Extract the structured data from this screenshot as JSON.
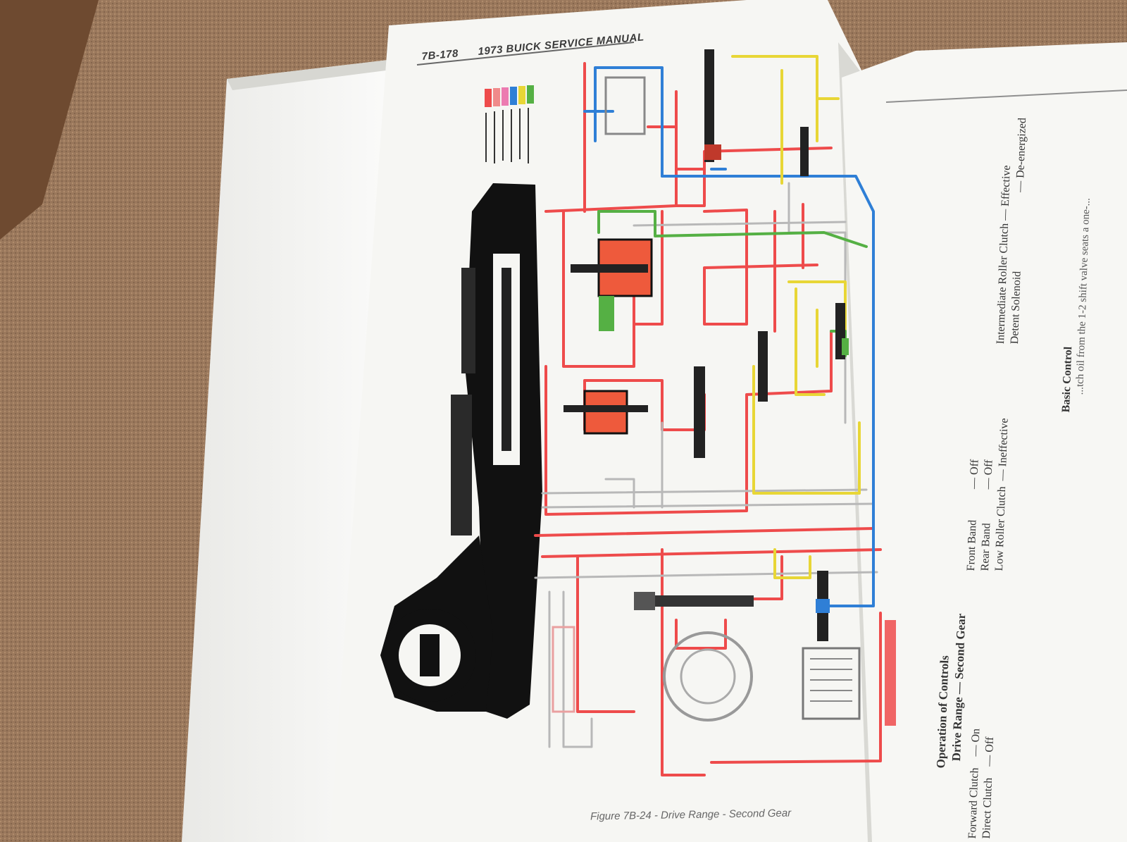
{
  "page": {
    "page_number": "7B-178",
    "running_title": "1973 BUICK SERVICE MANUAL",
    "figure_caption": "Figure 7B-24 - Drive Range - Second Gear"
  },
  "colors": {
    "carpet": "#9c7a5e",
    "paper": "#f6f6f3",
    "oil_red": "#ee4b4b",
    "oil_blue": "#2f7fd6",
    "oil_yellow": "#e8d636",
    "oil_green": "#55b044",
    "ink": "#1a1a1a"
  },
  "operation_of_controls": {
    "heading_line1": "Operation of Controls",
    "heading_line2": "Drive Range — Second Gear",
    "rows": [
      {
        "item": "Forward Clutch",
        "state": "— On"
      },
      {
        "item": "Direct Clutch",
        "state": "— Off"
      },
      {
        "item": "Front Band",
        "state": "— Off"
      },
      {
        "item": "Rear Band",
        "state": "— Off"
      },
      {
        "item": "Low Roller Clutch",
        "state": "— Ineffective"
      },
      {
        "item": "Intermediate Roller Clutch",
        "state": "— Effective"
      },
      {
        "item": "Detent Solenoid",
        "state": "— De-energized"
      }
    ],
    "subheading": "Basic Control",
    "body_fragment": "...tch oil from the 1-2 shift valve seats a one-..."
  }
}
